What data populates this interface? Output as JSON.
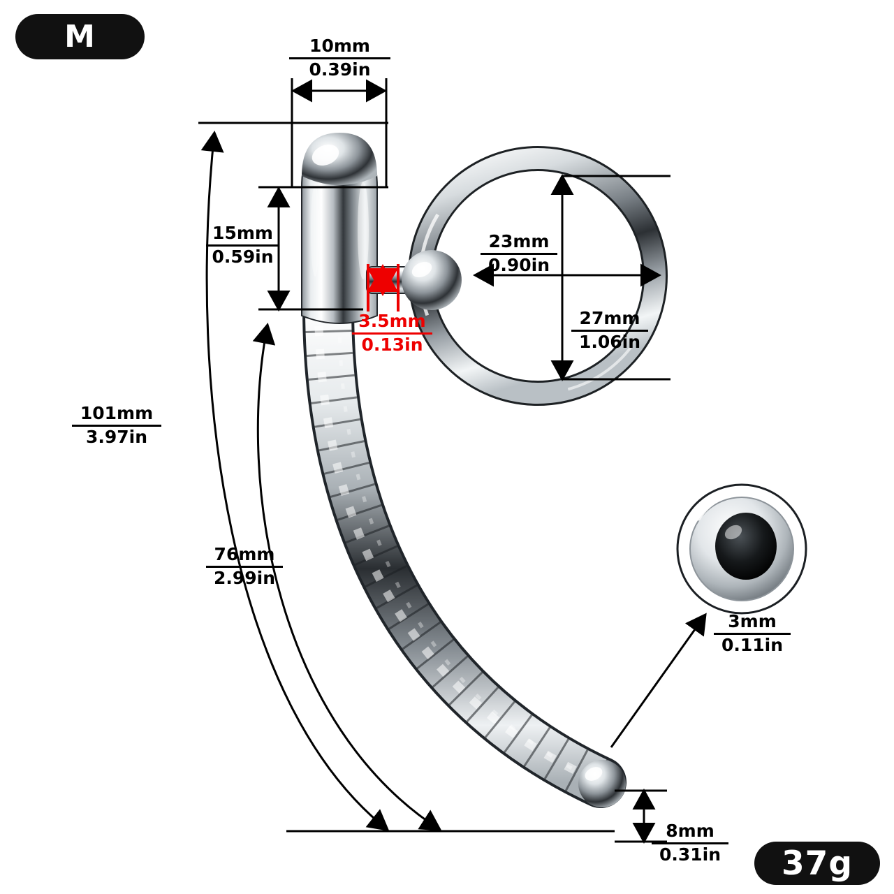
{
  "badges": {
    "size": "M",
    "weight": "37g"
  },
  "dimensions": {
    "head_diameter": {
      "mm": "10mm",
      "in": "0.39in"
    },
    "head_length": {
      "mm": "15mm",
      "in": "0.59in"
    },
    "stem_gap": {
      "mm": "3.5mm",
      "in": "0.13in",
      "color": "#ee0000"
    },
    "ring_inner": {
      "mm": "23mm",
      "in": "0.90in"
    },
    "ring_outer": {
      "mm": "27mm",
      "in": "1.06in"
    },
    "total_length": {
      "mm": "101mm",
      "in": "3.97in"
    },
    "insert_length": {
      "mm": "76mm",
      "in": "2.99in"
    },
    "tip_diameter": {
      "mm": "8mm",
      "in": "0.31in"
    },
    "hole_diameter": {
      "mm": "3mm",
      "in": "0.11in"
    }
  },
  "chart_data": {
    "type": "diagram",
    "title": "Stainless steel beaded urethral sound with glans ring — dimension diagram",
    "measurements": [
      {
        "label": "head diameter",
        "mm": 10,
        "in": 0.39
      },
      {
        "label": "head length",
        "mm": 15,
        "in": 0.59
      },
      {
        "label": "stem gap",
        "mm": 3.5,
        "in": 0.13
      },
      {
        "label": "ring inner diameter",
        "mm": 23,
        "in": 0.9
      },
      {
        "label": "ring outer diameter",
        "mm": 27,
        "in": 1.06
      },
      {
        "label": "total length",
        "mm": 101,
        "in": 3.97
      },
      {
        "label": "insertable length",
        "mm": 76,
        "in": 2.99
      },
      {
        "label": "tip diameter",
        "mm": 8,
        "in": 0.31
      },
      {
        "label": "through-hole diameter",
        "mm": 3,
        "in": 0.11
      }
    ],
    "size": "M",
    "weight_g": 37
  }
}
